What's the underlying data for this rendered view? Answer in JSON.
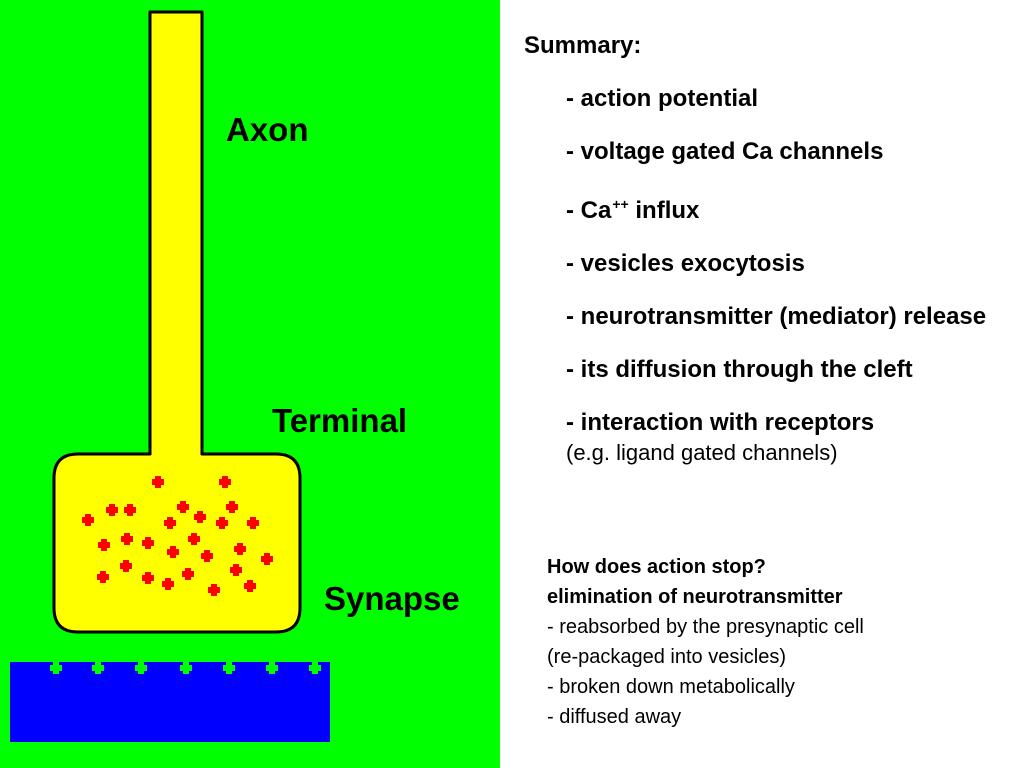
{
  "diagram": {
    "labels": {
      "axon": "Axon",
      "terminal": "Terminal",
      "synapse": "Synapse"
    },
    "colors": {
      "background": "#00ff00",
      "axon_fill": "#ffff00",
      "outline": "#000000",
      "vesicle": "#ff0000",
      "postsynaptic": "#0000ff",
      "receptor": "#00ff00"
    }
  },
  "summary": {
    "title": "Summary:",
    "items": [
      {
        "text": "- action potential"
      },
      {
        "text": "- voltage gated Ca channels"
      },
      {
        "prefix": "-  Ca",
        "sup": "++",
        "suffix": " influx"
      },
      {
        "text": "- vesicles exocytosis"
      },
      {
        "text": "- neurotransmitter (mediator) release"
      },
      {
        "text": "- its diffusion through the cleft"
      },
      {
        "text": "- interaction with receptors",
        "note": "(e.g. ligand gated channels)"
      }
    ]
  },
  "stop": {
    "question": "How does action stop?",
    "heading": "elimination of neurotransmitter",
    "lines": [
      "- reabsorbed by the presynaptic cell",
      "(re-packaged into vesicles)",
      "- broken down metabolically",
      "- diffused away"
    ]
  }
}
